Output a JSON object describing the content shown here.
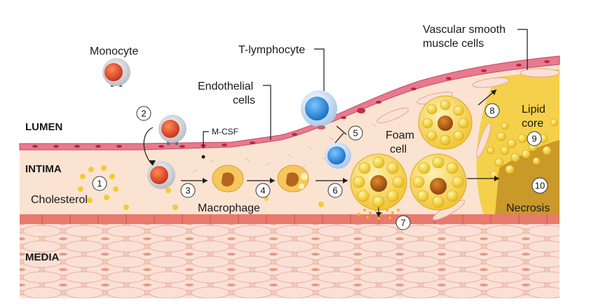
{
  "labels": {
    "monocyte": "Monocyte",
    "t_lymphocyte": "T-lymphocyte",
    "endothelial_1": "Endothelial",
    "endothelial_2": "cells",
    "vsmc_1": "Vascular smooth",
    "vsmc_2": "muscle cells",
    "lumen": "LUMEN",
    "intima": "INTIMA",
    "media": "MEDIA",
    "mcsf": "M-CSF",
    "cholesterol": "Cholesterol",
    "macrophage": "Macrophage",
    "foam_1": "Foam",
    "foam_2": "cell",
    "lipid_1": "Lipid",
    "lipid_2": "core",
    "necrosis": "Necrosis"
  },
  "steps": [
    "1",
    "2",
    "3",
    "4",
    "5",
    "6",
    "7",
    "8",
    "9",
    "10"
  ],
  "colors": {
    "vessel_wall": "#e8798f",
    "endothelium": "#d9566f",
    "intima": "#fbe3d2",
    "media": "#f5cdbf",
    "lipid": "#f5d04a",
    "necrosis": "#c9992a",
    "monocyte_nucleus": "#d9431c",
    "t_cell": "#2c8fe0"
  }
}
